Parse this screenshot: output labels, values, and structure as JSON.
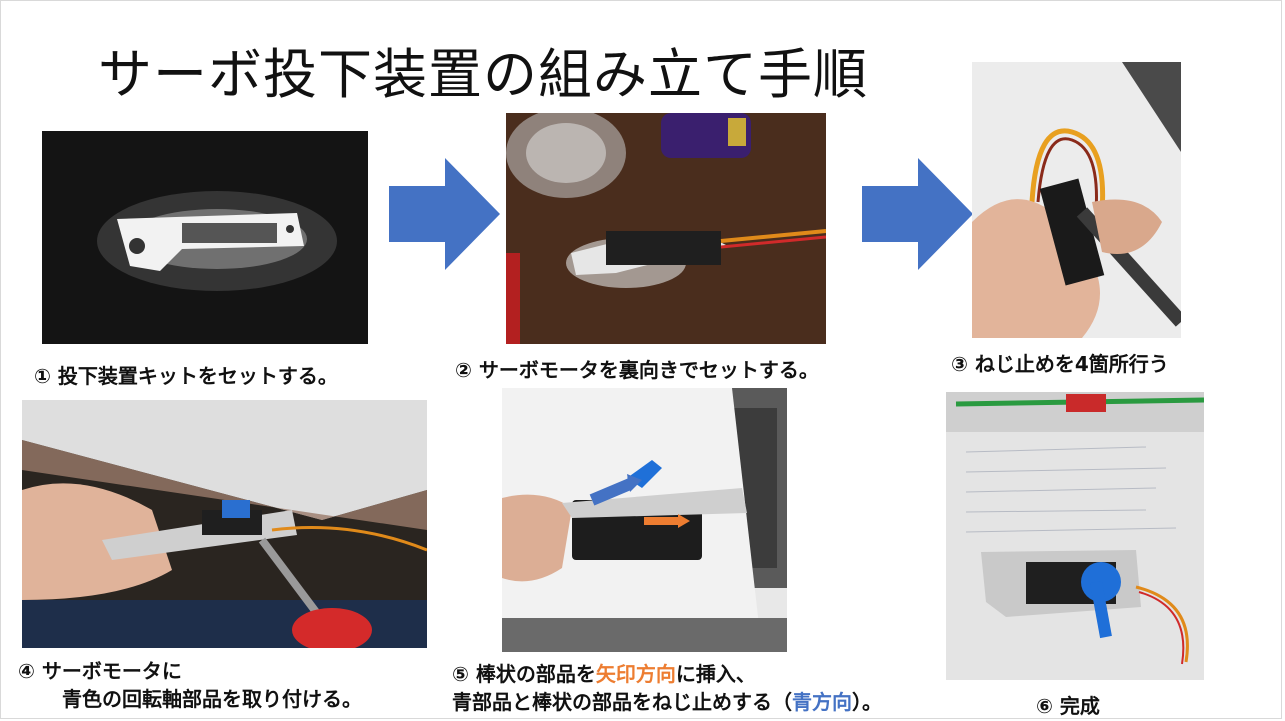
{
  "slide": {
    "title": "サーボ投下装置の組み立て手順"
  },
  "colors": {
    "arrow": "#4472c4",
    "highlight_orange": "#ed7d31",
    "highlight_blue": "#4472c4"
  },
  "steps": [
    {
      "caption": "① 投下装置キットをセットする。"
    },
    {
      "caption": "② サーボモータを裏向きでセットする。"
    },
    {
      "caption": "③ ねじ止めを4箇所行う"
    },
    {
      "caption_line1": "④ サーボモータに",
      "caption_line2": "青色の回転軸部品を取り付ける。"
    },
    {
      "caption_line1_a": "⑤ 棒状の部品を",
      "caption_line1_hl": "矢印方向",
      "caption_line1_b": "に挿入、",
      "caption_line2_a": "青部品と棒状の部品をねじ止めする（",
      "caption_line2_hl": "青方向",
      "caption_line2_b": "）。"
    },
    {
      "caption": "⑥ 完成"
    }
  ]
}
